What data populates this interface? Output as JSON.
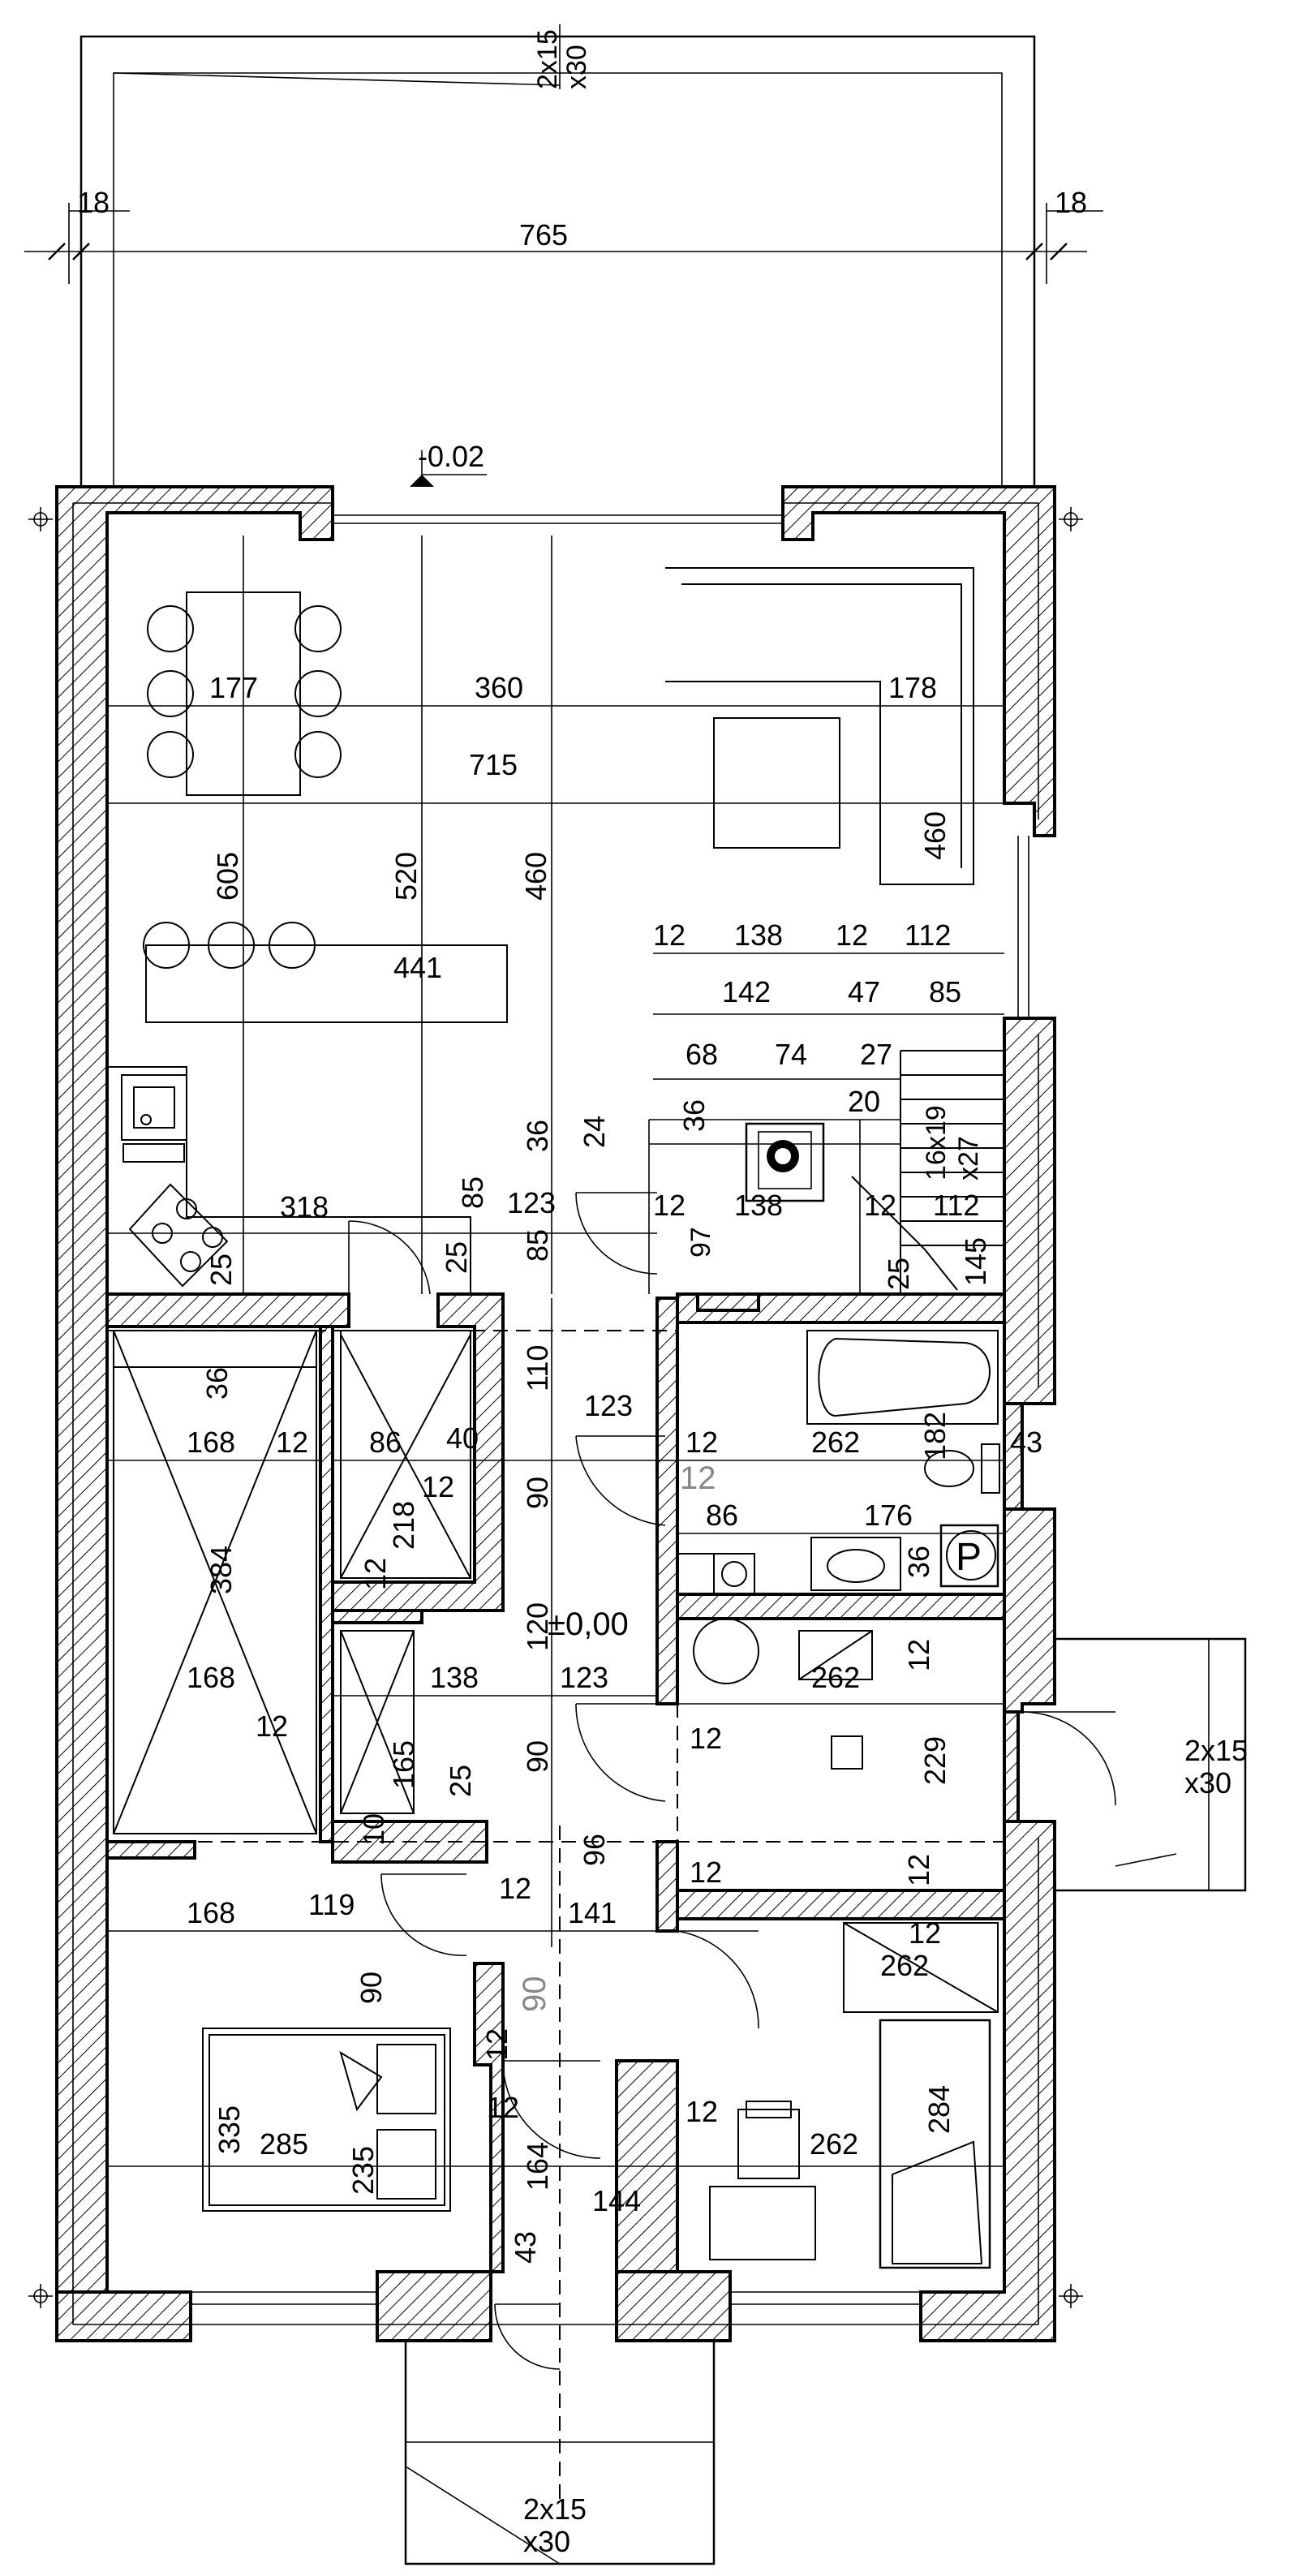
{
  "terrace_top": {
    "width": "765",
    "side_left": "18",
    "side_right": "18",
    "steps": "2x15",
    "steps_depth": "x30",
    "level": "-0.02"
  },
  "living": {
    "dims": [
      "177",
      "360",
      "178",
      "715",
      "605",
      "520",
      "460",
      "460",
      "441",
      "318"
    ]
  },
  "stairs": {
    "dims": [
      "12",
      "138",
      "12",
      "112",
      "142",
      "47",
      "85",
      "68",
      "74",
      "27",
      "20",
      "16x19",
      "x27",
      "24",
      "36",
      "36",
      "12",
      "138",
      "12",
      "112",
      "123",
      "85",
      "85",
      "97",
      "145",
      "25",
      "25",
      "25"
    ]
  },
  "left_rooms": {
    "dims": [
      "36",
      "168",
      "12",
      "86",
      "40",
      "384",
      "218",
      "12",
      "12",
      "168",
      "12",
      "138",
      "165",
      "25",
      "10",
      "110",
      "90",
      "120",
      "90"
    ]
  },
  "bath": {
    "dims": [
      "123",
      "12",
      "262",
      "182",
      "43",
      "12",
      "86",
      "176",
      "36",
      "12",
      "12",
      "262",
      "12",
      "229",
      "12"
    ],
    "boiler_label": "P",
    "level": "±0,00",
    "side_steps": "2x15",
    "side_depth": "x30"
  },
  "hall": {
    "dims": [
      "123",
      "96",
      "12",
      "141",
      "12",
      "90",
      "90",
      "12",
      "12",
      "164",
      "144",
      "43"
    ]
  },
  "bedrooms": {
    "dims": [
      "168",
      "119",
      "335",
      "285",
      "235",
      "262",
      "12",
      "262",
      "284"
    ]
  },
  "entrance": {
    "steps": "2x15",
    "steps_depth": "x30"
  }
}
